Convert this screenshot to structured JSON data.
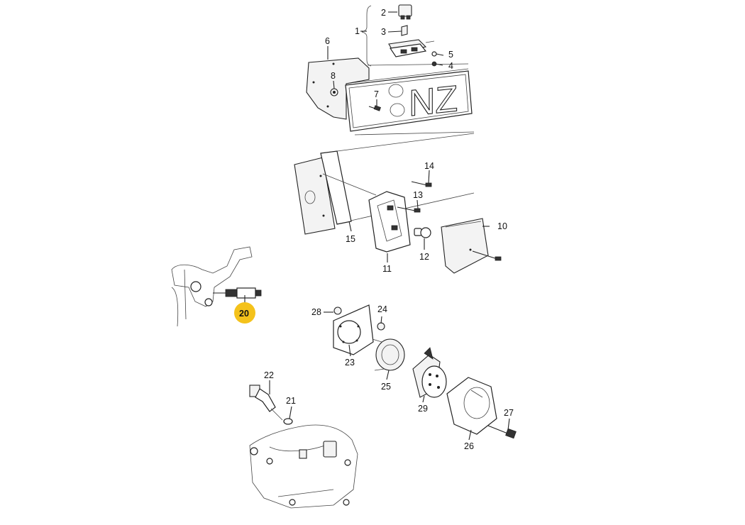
{
  "diagram": {
    "plate_text": "NZ",
    "highlight_color": "#F4C21B",
    "highlighted": "20",
    "callouts": [
      "1",
      "2",
      "3",
      "4",
      "5",
      "6",
      "7",
      "8",
      "10",
      "11",
      "12",
      "13",
      "14",
      "15",
      "20",
      "21",
      "22",
      "23",
      "24",
      "25",
      "26",
      "27",
      "28",
      "29"
    ]
  }
}
